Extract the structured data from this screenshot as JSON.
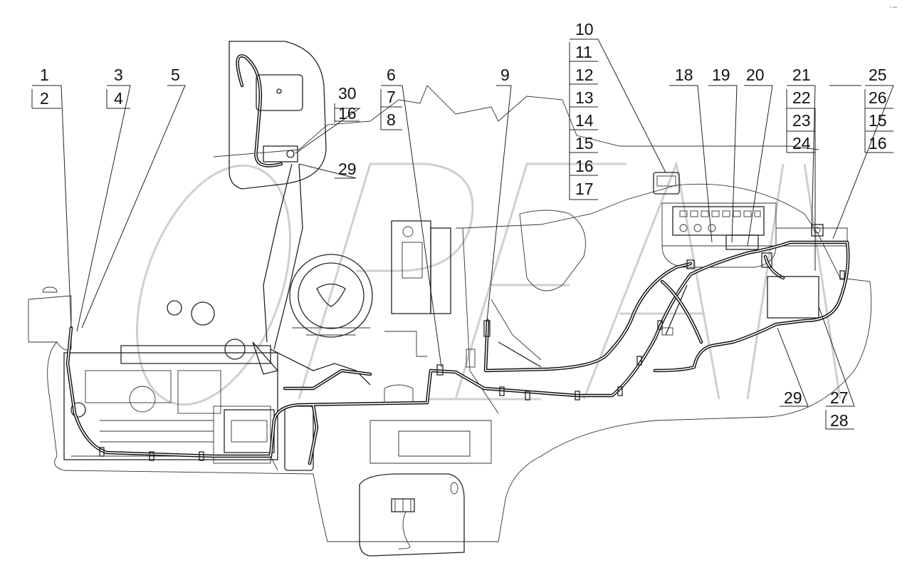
{
  "corner_mark": "▫ ▫▫▫",
  "callouts": {
    "c1": "1",
    "c2": "2",
    "c3": "3",
    "c4": "4",
    "c5": "5",
    "c6": "6",
    "c7": "7",
    "c8": "8",
    "c9": "9",
    "c10": "10",
    "c11": "11",
    "c12": "12",
    "c13": "13",
    "c14": "14",
    "c15a": "15",
    "c16a": "16",
    "c17": "17",
    "c18": "18",
    "c19": "19",
    "c20": "20",
    "c21": "21",
    "c22": "22",
    "c23": "23",
    "c24": "24",
    "c25": "25",
    "c26": "26",
    "c15b": "15",
    "c16b": "16",
    "c30": "30",
    "c16c": "16",
    "c29a": "29",
    "c29b": "29",
    "c27": "27",
    "c28": "28"
  }
}
